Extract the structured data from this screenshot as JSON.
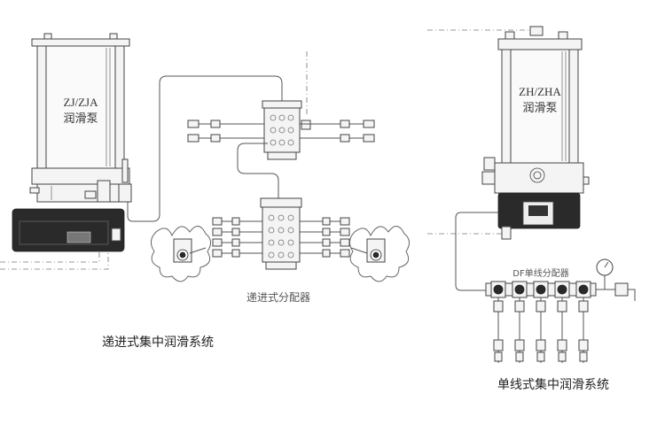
{
  "left_system": {
    "pump_model": "ZJ/ZJA",
    "pump_name": "润滑泵",
    "distributor_label": "递进式分配器",
    "caption": "递进式集中润滑系统"
  },
  "right_system": {
    "pump_model": "ZH/ZHA",
    "pump_name": "润滑泵",
    "distributor_label": "DF单线分配器",
    "caption": "单线式集中润滑系统"
  }
}
